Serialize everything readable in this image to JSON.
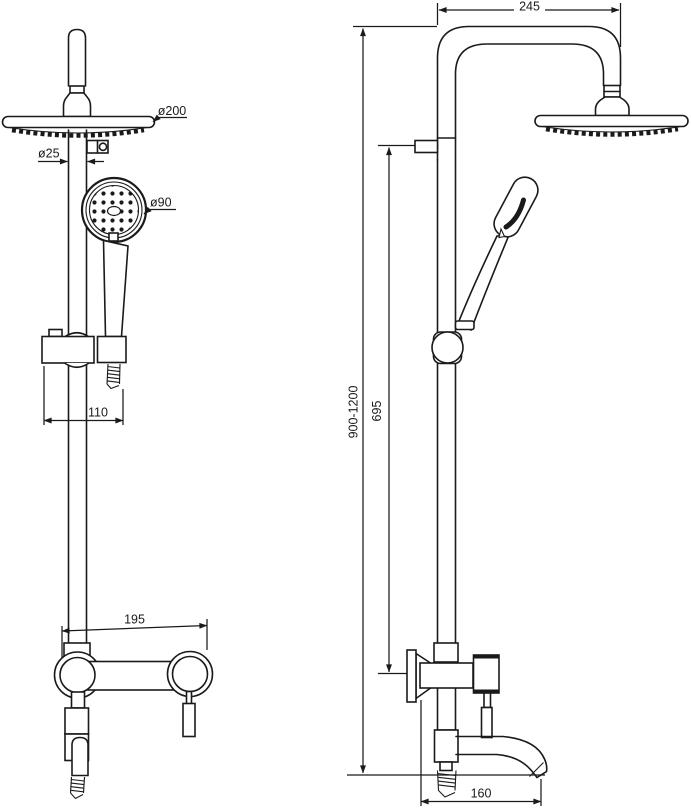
{
  "diagram": {
    "type": "technical-drawing",
    "subject": "shower column with overhead rain shower, hand shower and bath mixer - front and side elevations",
    "background_color": "#ffffff",
    "line_color": "#1a1a1a",
    "labels": {
      "head_diameter": "ø200",
      "pipe_diameter": "ø25",
      "hand_shower_diameter": "ø90",
      "slider_width": "110",
      "mixer_width": "195",
      "arm_reach": "245",
      "column_height": "900-1200",
      "inlet_height": "695",
      "spout_length": "160"
    }
  }
}
